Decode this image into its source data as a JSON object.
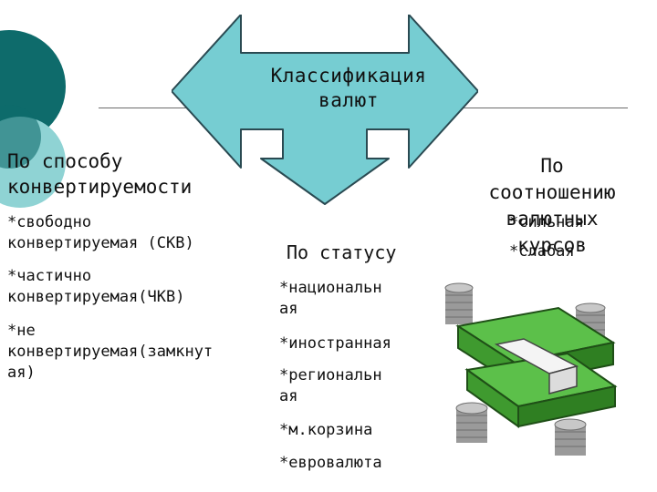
{
  "title": {
    "line1": "Классификация",
    "line2": "валют"
  },
  "left": {
    "heading_line1": "По способу",
    "heading_line2": "конвертируемости",
    "items": [
      {
        "line1": "*свободно",
        "line2": "конвертируемая (СКВ)"
      },
      {
        "line1": "*частично",
        "line2": "конвертируемая(ЧКВ)"
      },
      {
        "line1": "*не",
        "line2": "конвертируемая(замкнут",
        "line3": "ая)"
      }
    ]
  },
  "middle": {
    "heading": "По статусу",
    "items": [
      {
        "line1": "*национальн",
        "line2": "ая"
      },
      {
        "line1": "*иностранная"
      },
      {
        "line1": "*региональн",
        "line2": "ая"
      },
      {
        "line1": "*м.корзина"
      },
      {
        "line1": "*евровалюта"
      }
    ]
  },
  "right": {
    "heading_line1": "По",
    "heading_line2": "соотношению",
    "heading_line3": "валютных",
    "heading_line4": "курсов",
    "items": [
      "*сильная",
      "*слабая"
    ]
  },
  "colors": {
    "arrow_fill": "#76cdd2",
    "arrow_stroke": "#2a4a52",
    "deco_dark": "#0e6b6b",
    "deco_light": "#8fd3d4",
    "money_green": "#3f9a2f",
    "coin": "#9a9a9a"
  },
  "icons": {
    "money": "money-stack-icon"
  }
}
